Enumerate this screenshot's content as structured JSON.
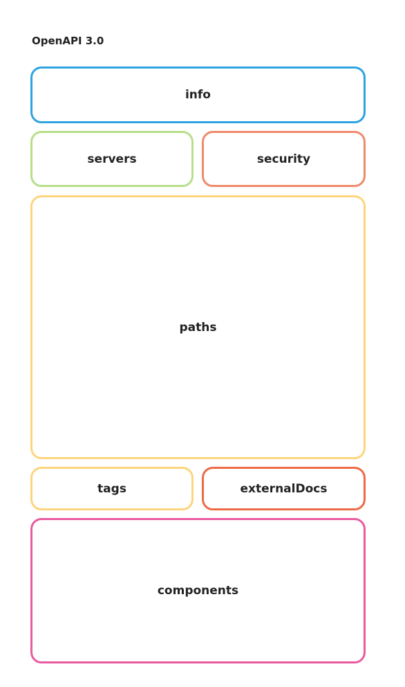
{
  "title": "OpenAPI 3.0",
  "sections": {
    "info": {
      "label": "info",
      "color": "#2ea3e0"
    },
    "servers": {
      "label": "servers",
      "color": "#b7df8a"
    },
    "security": {
      "label": "security",
      "color": "#ef8a6a"
    },
    "paths": {
      "label": "paths",
      "color": "#fdd57e"
    },
    "tags": {
      "label": "tags",
      "color": "#fdd57e"
    },
    "externalDocs": {
      "label": "externalDocs",
      "color": "#ee6a45"
    },
    "components": {
      "label": "components",
      "color": "#e95ba0"
    }
  }
}
